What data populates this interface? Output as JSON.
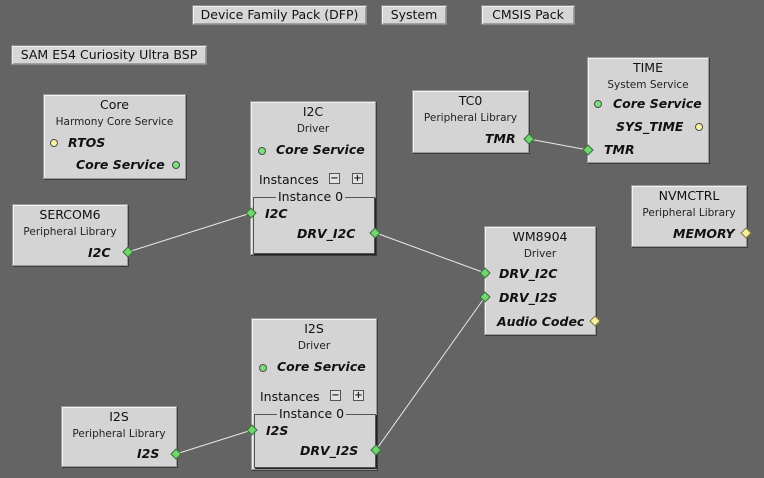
{
  "toolbar": {
    "dfp": "Device Family Pack (DFP)",
    "system": "System",
    "cmsis": "CMSIS Pack",
    "bsp": "SAM E54 Curiosity Ultra BSP"
  },
  "nodes": {
    "core": {
      "title": "Core",
      "sub": "Harmony Core Service",
      "port1": "RTOS",
      "port2": "Core Service"
    },
    "sercom6": {
      "title": "SERCOM6",
      "sub": "Peripheral Library",
      "port1": "I2C"
    },
    "i2c": {
      "title": "I2C",
      "sub": "Driver",
      "core_service": "Core Service",
      "instances": "Instances",
      "instance0": "Instance 0",
      "port_in": "I2C",
      "port_out": "DRV_I2C"
    },
    "tc0": {
      "title": "TC0",
      "sub": "Peripheral Library",
      "port1": "TMR"
    },
    "time": {
      "title": "TIME",
      "sub": "System Service",
      "port1": "Core Service",
      "port2": "SYS_TIME",
      "port3": "TMR"
    },
    "nvmctrl": {
      "title": "NVMCTRL",
      "sub": "Peripheral Library",
      "port1": "MEMORY"
    },
    "wm8904": {
      "title": "WM8904",
      "sub": "Driver",
      "port1": "DRV_I2C",
      "port2": "DRV_I2S",
      "port3": "Audio Codec"
    },
    "i2s_drv": {
      "title": "I2S",
      "sub": "Driver",
      "core_service": "Core Service",
      "instances": "Instances",
      "instance0": "Instance 0",
      "port_in": "I2S",
      "port_out": "DRV_I2S"
    },
    "i2s_plib": {
      "title": "I2S",
      "sub": "Peripheral Library",
      "port1": "I2S"
    }
  },
  "instance_controls": {
    "minus": "−",
    "plus": "+"
  }
}
